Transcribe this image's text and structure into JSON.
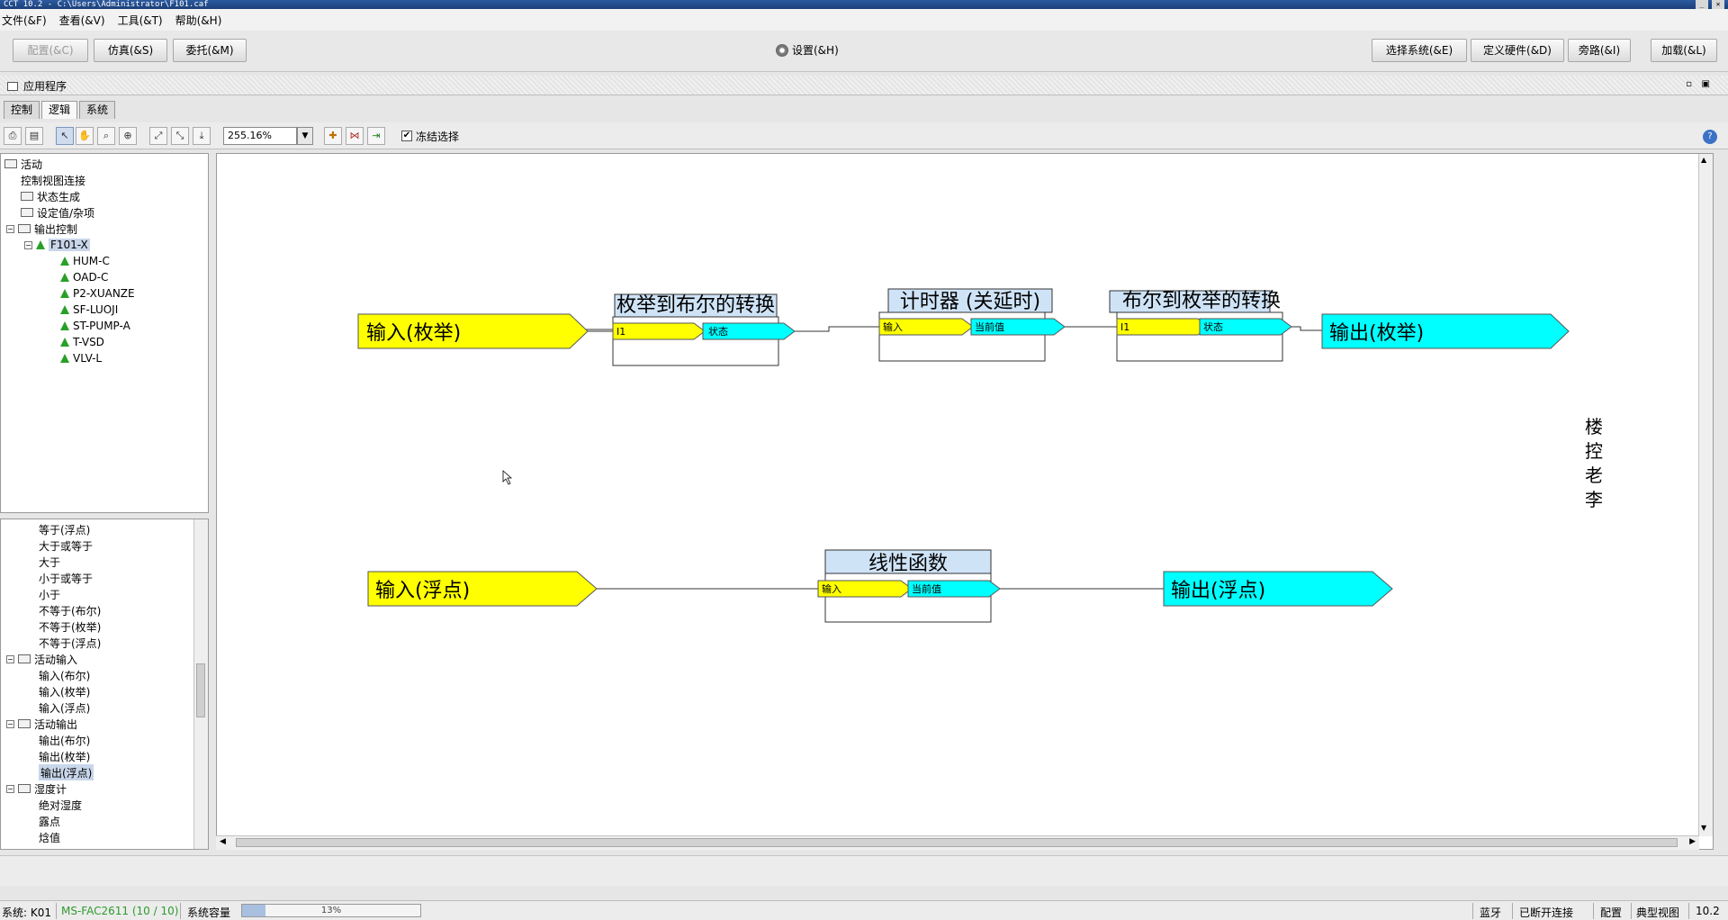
{
  "window": {
    "title": "CCT 10.2 - C:\\Users\\Administrator\\F101.caf"
  },
  "menu": [
    {
      "label": "文件(&F)"
    },
    {
      "label": "查看(&V)"
    },
    {
      "label": "工具(&T)"
    },
    {
      "label": "帮助(&H)"
    }
  ],
  "toolbar": {
    "config": "配置(&C)",
    "simulate": "仿真(&S)",
    "commission": "委托(&M)",
    "settings": "设置(&H)",
    "select_system": "选择系统(&E)",
    "define_hardware": "定义硬件(&D)",
    "bypass": "旁路(&I)",
    "load": "加载(&L)"
  },
  "panel": {
    "title": "应用程序"
  },
  "tabs": [
    {
      "label": "控制"
    },
    {
      "label": "逻辑"
    },
    {
      "label": "系统"
    }
  ],
  "toolbar2": {
    "zoom": "255.16%",
    "freeze_label": "冻结选择",
    "freeze_checked": "✔"
  },
  "tree_top": [
    {
      "label": "活动"
    },
    {
      "label": "控制视图连接"
    },
    {
      "label": "状态生成"
    },
    {
      "label": "设定值/杂项"
    },
    {
      "label": "输出控制"
    },
    {
      "label": "F101-X"
    },
    {
      "label": "HUM-C"
    },
    {
      "label": "OAD-C"
    },
    {
      "label": "P2-XUANZE"
    },
    {
      "label": "SF-LUOJI"
    },
    {
      "label": "ST-PUMP-A"
    },
    {
      "label": "T-VSD"
    },
    {
      "label": "VLV-L"
    }
  ],
  "tree_bottom": [
    {
      "label": "等于(浮点)"
    },
    {
      "label": "大于或等于"
    },
    {
      "label": "大于"
    },
    {
      "label": "小于或等于"
    },
    {
      "label": "小于"
    },
    {
      "label": "不等于(布尔)"
    },
    {
      "label": "不等于(枚举)"
    },
    {
      "label": "不等于(浮点)"
    },
    {
      "label": "活动输入"
    },
    {
      "label": "输入(布尔)"
    },
    {
      "label": "输入(枚举)"
    },
    {
      "label": "输入(浮点)"
    },
    {
      "label": "活动输出"
    },
    {
      "label": "输出(布尔)"
    },
    {
      "label": "输出(枚举)"
    },
    {
      "label": "输出(浮点)"
    },
    {
      "label": "湿度计"
    },
    {
      "label": "绝对湿度"
    },
    {
      "label": "露点"
    },
    {
      "label": "焓值"
    }
  ],
  "diagram": {
    "input_enum": "输入(枚举)",
    "block_enum_to_bool": {
      "title": "枚举到布尔的转换",
      "in": "I1",
      "out": "状态"
    },
    "block_timer": {
      "title": "计时器 (关延时)",
      "in": "输入",
      "out": "当前值"
    },
    "block_bool_to_enum": {
      "title": "布尔到枚举的转换",
      "in": "I1",
      "out": "状态"
    },
    "output_enum": "输出(枚举)",
    "input_float": "输入(浮点)",
    "block_linear": {
      "title": "线性函数",
      "in": "输入",
      "out": "当前值"
    },
    "output_float": "输出(浮点)",
    "watermark": [
      "楼",
      "控",
      "老",
      "李"
    ]
  },
  "status": {
    "system": "系统: K01",
    "device": "MS-FAC2611 (10 / 10)",
    "capacity_label": "系统容量",
    "capacity_text": "13%",
    "capacity_fraction": 0.13,
    "bluetooth": "蓝牙",
    "connection": "已断开连接",
    "config": "配置",
    "view": "典型视图",
    "version": "10.2"
  },
  "colors": {
    "input": "#ffff00",
    "output": "#00ffff",
    "block_title": "#cfe3f7",
    "device_text": "#2e9a2e"
  }
}
